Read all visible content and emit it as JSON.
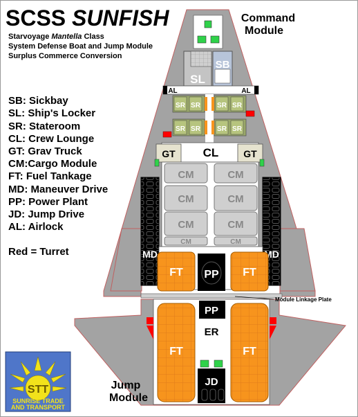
{
  "title": {
    "prefix": "SCSS",
    "name": "SUNFISH"
  },
  "subtitle_lines": [
    {
      "pre": "Starvoyage ",
      "italic": "Mantella",
      "post": " Class"
    },
    {
      "text": "System Defense Boat and Jump Module"
    },
    {
      "text": "Surplus Commerce Conversion"
    }
  ],
  "legend": [
    "SB: Sickbay",
    "SL: Ship's Locker",
    "SR: Stateroom",
    "CL: Crew Lounge",
    "GT: Grav Truck",
    "CM:Cargo Module",
    "FT: Fuel Tankage",
    "MD: Maneuver Drive",
    "PP: Power Plant",
    "JD: Jump Drive",
    "AL: Airlock"
  ],
  "turret_note": "Red = Turret",
  "module_labels": {
    "command_line1": "Command",
    "command_line2": "Module",
    "jump_line1": "Jump",
    "jump_line2": "Module",
    "linkage_plate": "Module Linkage Plate"
  },
  "room_labels": {
    "sb": "SB",
    "sl": "SL",
    "al": "AL",
    "sr": "SR",
    "cl": "CL",
    "gt": "GT",
    "cm": "CM",
    "md": "MD",
    "ft": "FT",
    "pp": "PP",
    "er": "ER",
    "jd": "JD"
  },
  "logo": {
    "line1": "SUNRISE TRADE",
    "line2": "AND TRANSPORT",
    "mark": "STT"
  },
  "colors": {
    "hull": "#a3a3a3",
    "deck": "#ffffff",
    "fuel": "#f7941d",
    "cargo": "#cfcfcf",
    "stateroom": "#9aa86a",
    "drive": "#000000",
    "turret": "#ff0000",
    "green": "#2fd24a"
  }
}
